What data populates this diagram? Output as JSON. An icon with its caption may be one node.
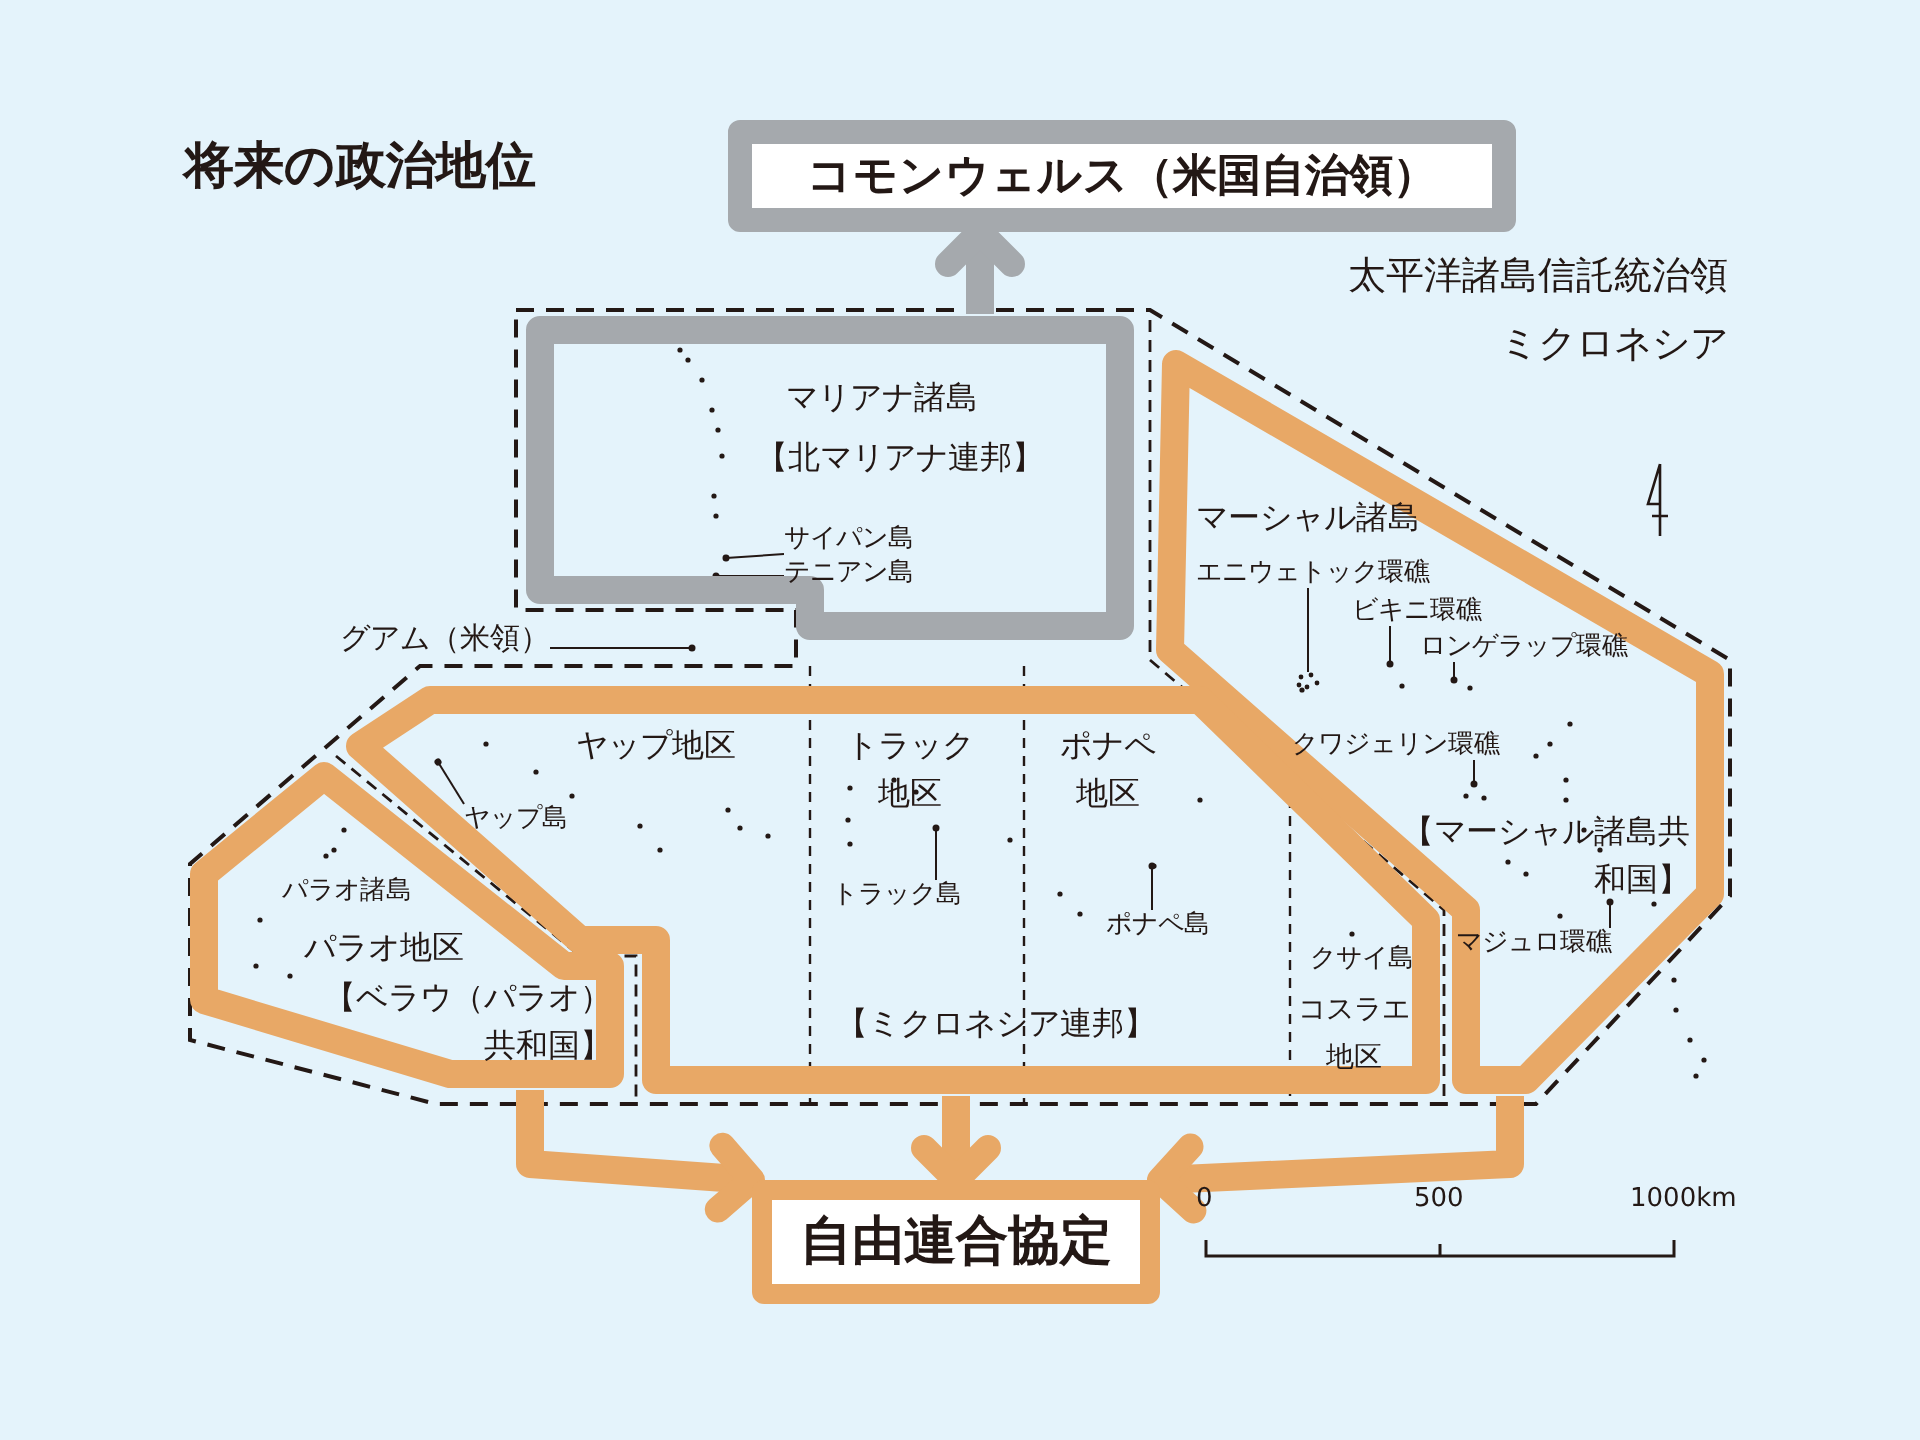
{
  "diagram": {
    "title": "将来の政治地位",
    "nodes": [
      {
        "text": [
          "コモンウェルス（米国自治領）"
        ]
      },
      {
        "text": [
          "マリアナ諸島",
          "【北マリアナ連邦】"
        ]
      },
      {
        "text": [
          "サイパン島"
        ],
        "in": 1
      },
      {
        "text": [
          "テニアン島"
        ],
        "in": 1
      },
      {
        "text": [
          "マーシャル諸島",
          "【マーシャル諸島共和国】"
        ]
      },
      {
        "text": [
          "エニウェトック環礁"
        ],
        "in": 4
      },
      {
        "text": [
          "ビキニ環礁"
        ],
        "in": 4
      },
      {
        "text": [
          "ロンゲラップ環礁"
        ],
        "in": 4
      },
      {
        "text": [
          "クワジェリン環礁"
        ],
        "in": 4
      },
      {
        "text": [
          "マジュロ環礁"
        ],
        "in": 4
      },
      {
        "text": [
          "グアム（米領）"
        ]
      },
      {
        "text": [
          "ヤップ地区",
          "トラック地区",
          "ポナペ地区",
          "【ミクロネシア連邦】",
          "コスラエ地区"
        ]
      },
      {
        "text": [
          "ヤップ島"
        ],
        "in": 11
      },
      {
        "text": [
          "トラック島"
        ],
        "in": 11
      },
      {
        "text": [
          "ポナペ島"
        ],
        "in": 11
      },
      {
        "text": [
          "パラオ地区",
          "【ベラウ（パラオ）共和国】"
        ]
      },
      {
        "text": [
          "自由連合協定"
        ]
      },
      {
        "text": [],
        "shape": "circle",
        "in": 4
      }
    ],
    "edges": [
      {
        "from": 1,
        "to": 0,
        "arrow": "to",
        "style": "thick",
        "color": "#a5a9ad"
      },
      {
        "from": 15,
        "to": 16,
        "arrow": "to",
        "style": "thick",
        "color": "#e8a866"
      },
      {
        "from": 11,
        "to": 16,
        "arrow": "to",
        "style": "thick",
        "color": "#e8a866"
      },
      {
        "from": 4,
        "to": 16,
        "arrow": "to",
        "style": "thick",
        "color": "#e8a866"
      },
      {
        "from": 2,
        "to": null,
        "arrow": "other"
      },
      {
        "from": 3,
        "to": null,
        "arrow": "other"
      },
      {
        "from": 5,
        "to": 17,
        "arrow": "none"
      },
      {
        "from": 6,
        "to": null,
        "arrow": "other"
      },
      {
        "from": 7,
        "to": null,
        "arrow": "other"
      },
      {
        "from": 8,
        "to": null,
        "arrow": "other"
      },
      {
        "from": 9,
        "to": null,
        "arrow": "other"
      },
      {
        "from": 10,
        "to": null,
        "arrow": "other"
      },
      {
        "from": 12,
        "to": null,
        "arrow": "other"
      },
      {
        "from": 13,
        "to": null,
        "arrow": "other"
      },
      {
        "from": 14,
        "to": null,
        "arrow": "other"
      }
    ],
    "labels": [
      "太平洋諸島信託統治領ミクロネシア",
      "パラオ諸島",
      "クサイ島",
      "0",
      "500",
      "1000km"
    ]
  }
}
